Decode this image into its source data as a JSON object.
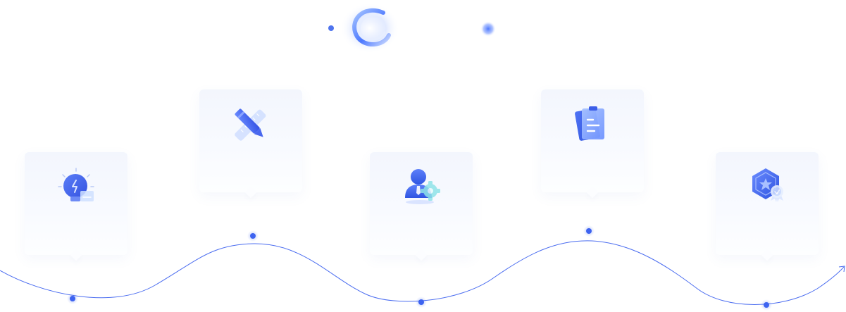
{
  "steps": [
    {
      "id": 1,
      "icon": "lightbulb-icon",
      "label": ""
    },
    {
      "id": 2,
      "icon": "pencil-ruler-icon",
      "label": ""
    },
    {
      "id": 3,
      "icon": "user-settings-icon",
      "label": ""
    },
    {
      "id": 4,
      "icon": "clipboard-document-icon",
      "label": ""
    },
    {
      "id": 5,
      "icon": "badge-medal-icon",
      "label": ""
    }
  ],
  "colors": {
    "accent": "#3d63f0",
    "accent_light": "#8fb2ff",
    "line": "#4a6cf0",
    "card_bg": "#f5f8fe"
  }
}
